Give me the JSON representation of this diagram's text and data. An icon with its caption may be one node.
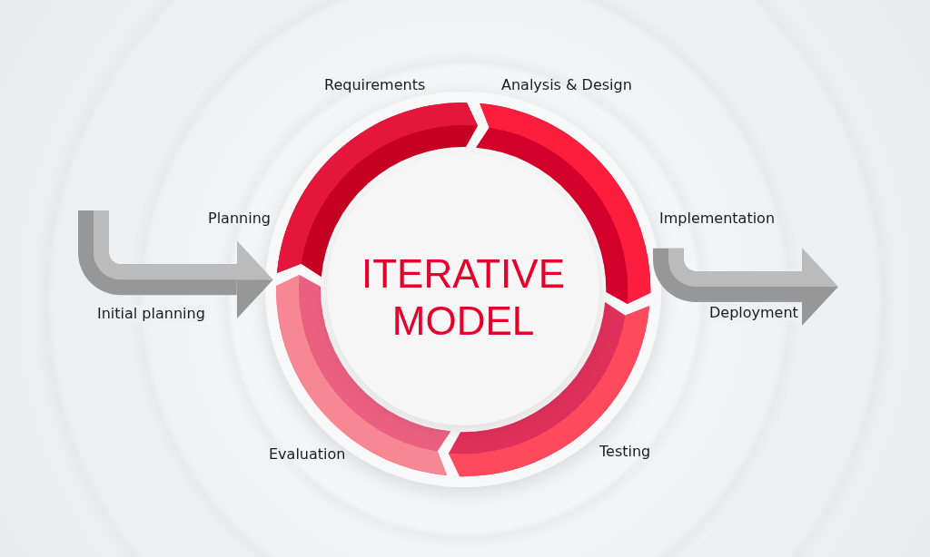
{
  "diagram": {
    "nodes": [
      {
        "text": [],
        "shape": "arc"
      },
      {
        "text": [],
        "shape": "arc"
      },
      {
        "text": [],
        "shape": "arc"
      },
      {
        "text": [],
        "shape": "arc"
      },
      {
        "text": [
          "ITERATIVE MODEL"
        ]
      }
    ],
    "edges": [
      {
        "from": null,
        "to": 0,
        "arrow": "to",
        "label": "Initial planning"
      },
      {
        "from": 1,
        "to": null,
        "arrow": "to",
        "label": "Deployment"
      }
    ],
    "labels": [
      "Requirements",
      "Analysis & Design",
      "Planning",
      "Implementation",
      "Evaluation",
      "Testing"
    ]
  }
}
